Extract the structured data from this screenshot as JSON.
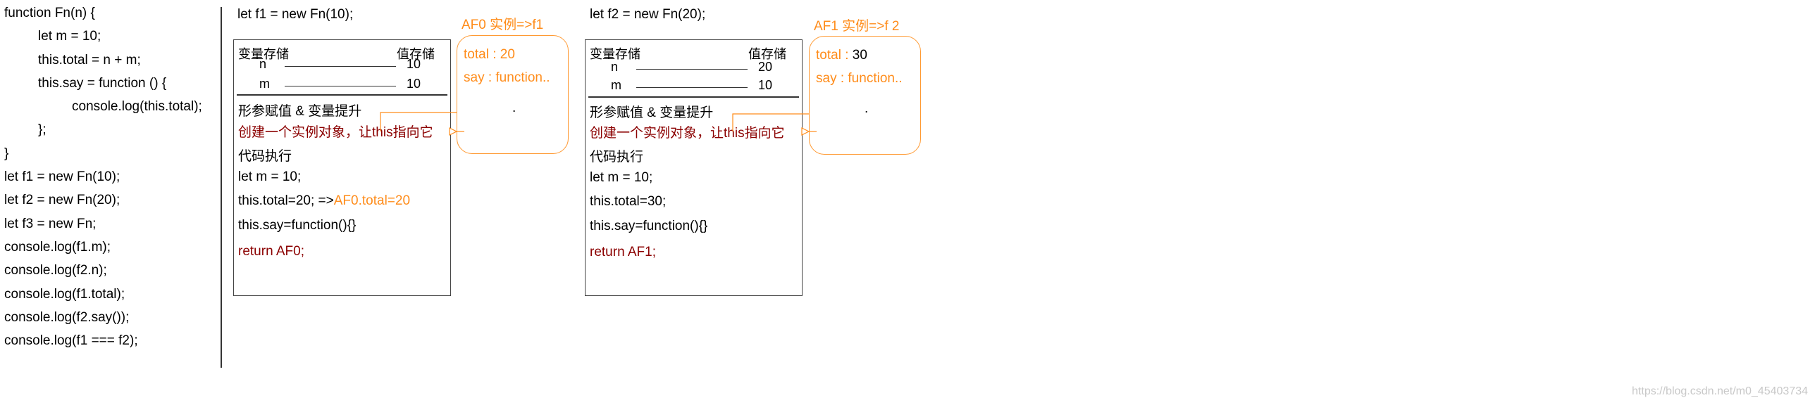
{
  "code_lines": [
    {
      "text": "function Fn(n) {",
      "indent": 0
    },
    {
      "text": "let m = 10;",
      "indent": 1
    },
    {
      "text": "this.total = n + m;",
      "indent": 1
    },
    {
      "text": "this.say = function () {",
      "indent": 1
    },
    {
      "text": "console.log(this.total);",
      "indent": 2
    },
    {
      "text": "};",
      "indent": 1
    },
    {
      "text": "}",
      "indent": 0
    },
    {
      "text": "let f1 = new Fn(10);",
      "indent": 0
    },
    {
      "text": "let f2 = new Fn(20);",
      "indent": 0
    },
    {
      "text": "let f3 = new Fn;",
      "indent": 0
    },
    {
      "text": "console.log(f1.m);",
      "indent": 0
    },
    {
      "text": "console.log(f2.n);",
      "indent": 0
    },
    {
      "text": "console.log(f1.total);",
      "indent": 0
    },
    {
      "text": "console.log(f2.say());",
      "indent": 0
    },
    {
      "text": "console.log(f1 === f2);",
      "indent": 0
    }
  ],
  "ctx1": {
    "title": "let f1 = new Fn(10);",
    "var_header": "变量存储",
    "val_header": "值存储",
    "vars": [
      {
        "name": "n",
        "value": "10"
      },
      {
        "name": "m",
        "value": "10"
      }
    ],
    "step1": "形参赋值 & 变量提升",
    "step2": "创建一个实例对象，让this指向它",
    "step3": "代码执行",
    "l1": "let m = 10;",
    "l2": "this.total=20;  =>",
    "l2_extra": "AF0.total=20",
    "l3": "this.say=function(){}",
    "ret": "return AF0;"
  },
  "heap1": {
    "title": "AF0 实例=>f1",
    "total_label": "total :",
    "total_value": "20",
    "say_text": "say : function..",
    "dot": "."
  },
  "ctx2": {
    "title": "let f2 = new Fn(20);",
    "var_header": "变量存储",
    "val_header": "值存储",
    "vars": [
      {
        "name": "n",
        "value": "20"
      },
      {
        "name": "m",
        "value": "10"
      }
    ],
    "step1": "形参赋值 & 变量提升",
    "step2": "创建一个实例对象，让this指向它",
    "step3": "代码执行",
    "l1": "let m = 10;",
    "l2": "this.total=30;",
    "l3": "this.say=function(){}",
    "ret": "return AF1;"
  },
  "heap2": {
    "title": "AF1 实例=>f 2",
    "total_label": "total :",
    "total_value": "30",
    "say_text": "say : function..",
    "dot": "."
  },
  "watermark": "https://blog.csdn.net/m0_45403734",
  "colors": {
    "orange": "#ff8c1a",
    "dark_red": "#8b0000"
  }
}
